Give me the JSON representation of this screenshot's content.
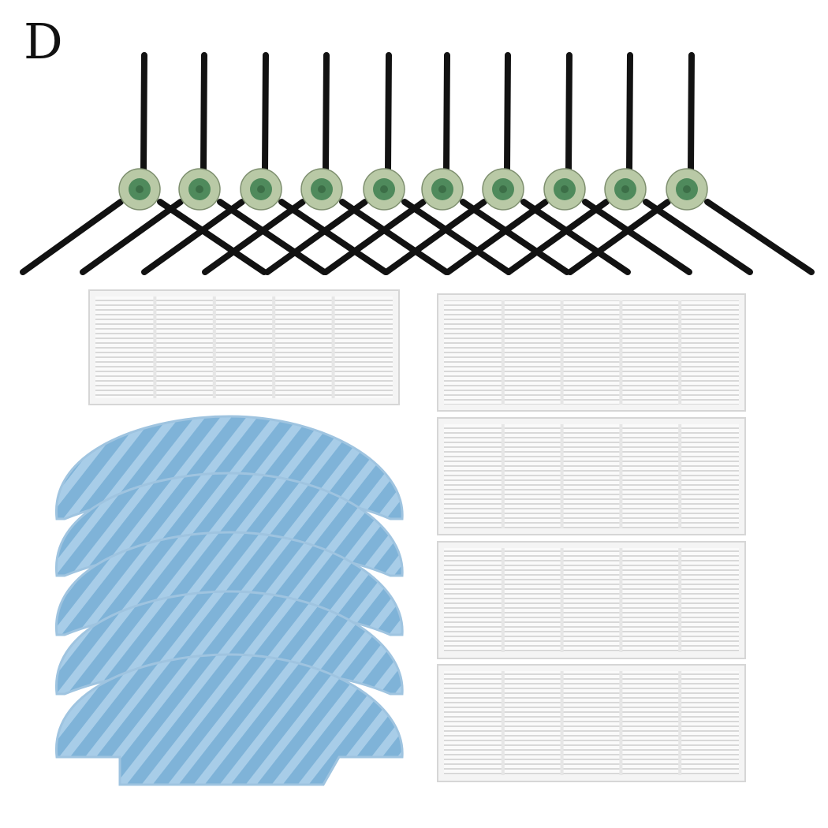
{
  "label": "D",
  "colors": {
    "bristle": "#121212",
    "hub": "#b9c9a6",
    "hub_center": "#4f8a5c",
    "filter_frame": "#f4f4f4",
    "filter_pleat": "#c9c9c9",
    "mop": "#7fb3d8",
    "mop_stripe": "#a9cce6"
  },
  "items": {
    "side_brushes": 10,
    "filters": 5,
    "mop_pads": 5
  }
}
